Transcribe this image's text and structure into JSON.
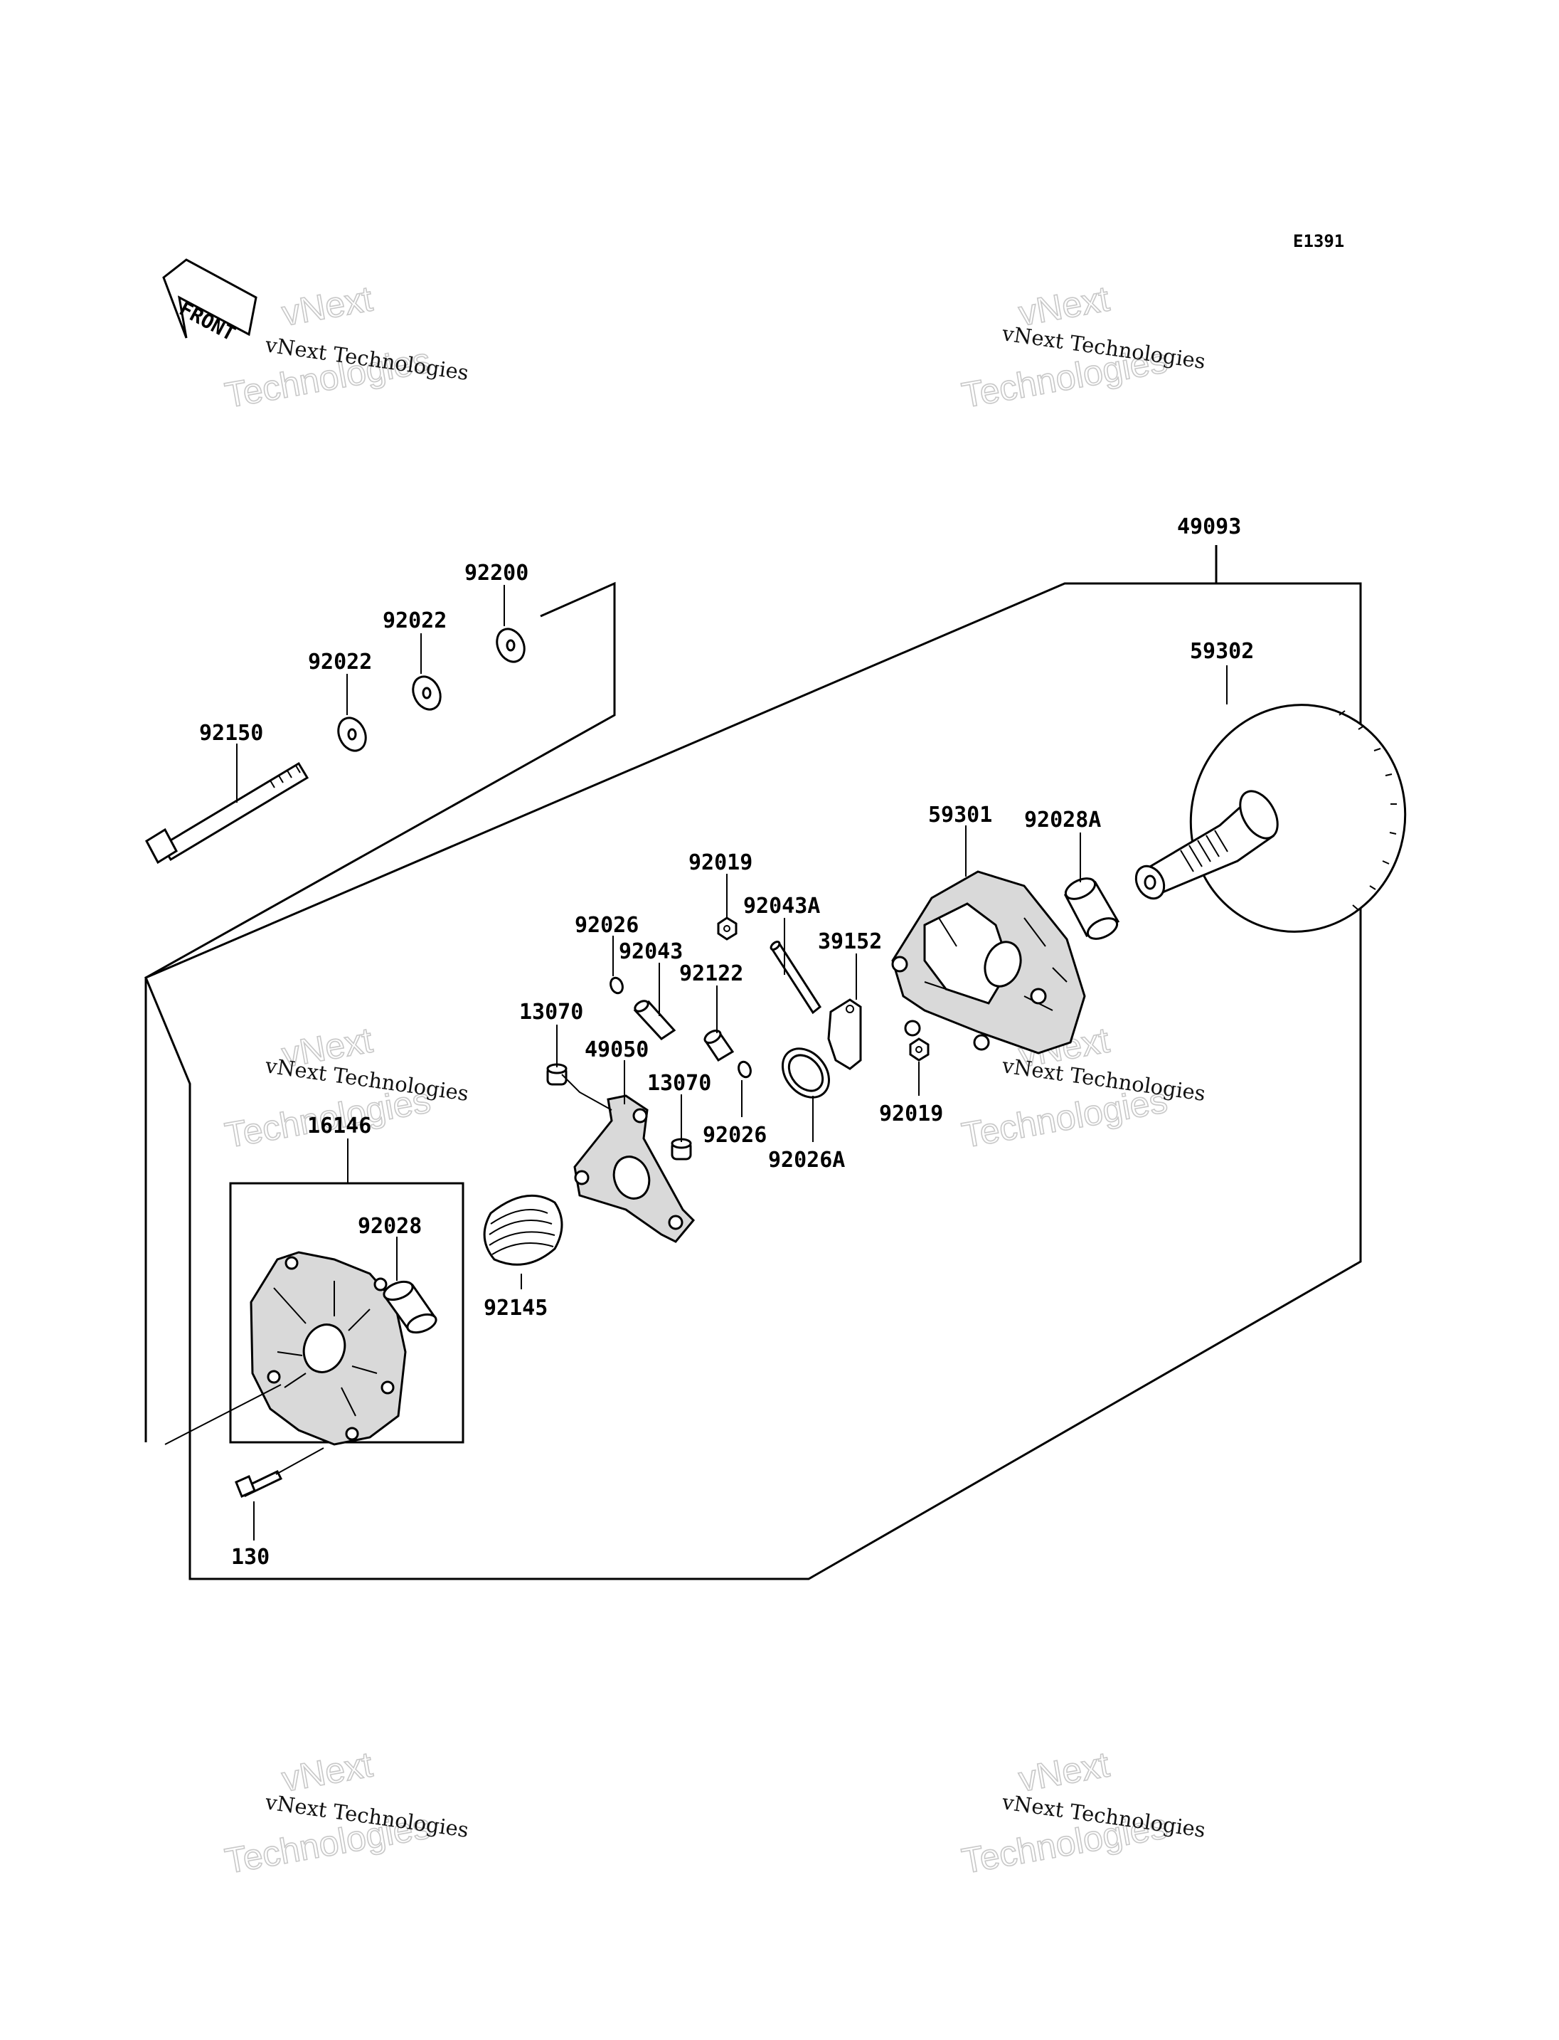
{
  "diagram": {
    "code": "E1391",
    "front_label": "FRONT",
    "watermark": {
      "line1": "vNext Technologies",
      "line2": "vNext",
      "line3": "Technologies"
    },
    "parts": {
      "p49093": "49093",
      "p59302": "59302",
      "p59301": "59301",
      "p92028A": "92028A",
      "p92200": "92200",
      "p92022a": "92022",
      "p92022b": "92022",
      "p92150": "92150",
      "p92019a": "92019",
      "p92043A": "92043A",
      "p92026a": "92026",
      "p92043": "92043",
      "p39152": "39152",
      "p92122": "92122",
      "p13070a": "13070",
      "p49050": "49050",
      "p13070b": "13070",
      "p92026b": "92026",
      "p92026A": "92026A",
      "p92019b": "92019",
      "p16146": "16146",
      "p92028": "92028",
      "p92145": "92145",
      "p130": "130"
    }
  }
}
